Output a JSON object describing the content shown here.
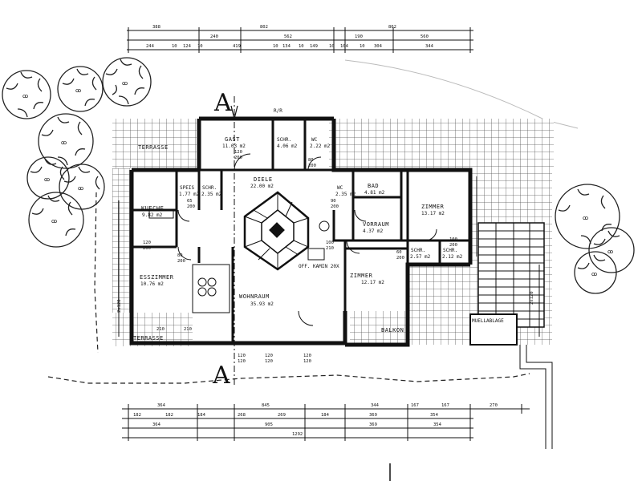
{
  "top_dimensions": {
    "row1": [
      "388",
      "240",
      "802",
      "562",
      "802",
      "190",
      "560"
    ],
    "row2": [
      "244",
      "10",
      "124",
      "10",
      "419",
      "10",
      "134",
      "10",
      "149",
      "10",
      "104",
      "10",
      "304",
      "344"
    ]
  },
  "bottom_dimensions": {
    "row1": [
      "364",
      "845",
      "344",
      "167",
      "167",
      "270"
    ],
    "row2": [
      "182",
      "182",
      "184",
      "268",
      "269",
      "184",
      "369",
      "354"
    ],
    "row3": [
      "364",
      "905",
      "369",
      "354"
    ],
    "row4": [
      "1292"
    ]
  },
  "section_marks": {
    "top": "A",
    "bottom": "A"
  },
  "rooms": {
    "gast": {
      "name": "GAST",
      "area": "11.03 m2"
    },
    "schrank1": {
      "name": "SCHR.",
      "area": "4.06 m2"
    },
    "wc1": {
      "name": "WC",
      "area": "2.22 m2"
    },
    "terrasse_top": {
      "name": "TERRASSE"
    },
    "diele": {
      "name": "DIELE",
      "area": "22.00 m2"
    },
    "speis": {
      "name": "SPEIS",
      "area": "1.77 m2"
    },
    "schrank2": {
      "name": "SCHR.",
      "area": "2.35 m2"
    },
    "wc2": {
      "name": "WC",
      "area": "2.35 m2"
    },
    "bad": {
      "name": "BAD",
      "area": "4.81 m2"
    },
    "zimmer1": {
      "name": "ZIMMER",
      "area": "13.17 m2"
    },
    "kueche": {
      "name": "KUECHE",
      "area": "9.82 m2"
    },
    "vorraum": {
      "name": "VORRAUM",
      "area": "4.37 m2"
    },
    "schrank3": {
      "name": "SCHR.",
      "area": "2.57 m2"
    },
    "schrank4": {
      "name": "SCHR.",
      "area": "2.12 m2"
    },
    "esszimmer": {
      "name": "ESSZIMMER",
      "area": "10.76 m2"
    },
    "wohnraum": {
      "name": "WOHNRAUM",
      "area": "35.93 m2"
    },
    "zimmer2": {
      "name": "ZIMMER",
      "area": "12.17 m2"
    },
    "kamin": {
      "name": "OFF. KAMIN 20X"
    },
    "balkon": {
      "name": "BALKON"
    },
    "terrasse_bottom": {
      "name": "TERRASSE"
    },
    "muellablage": {
      "name": "MUELLABLAGE"
    }
  },
  "opening_labels": {
    "o1": "120",
    "o2": "200",
    "o3": "80",
    "o4": "200",
    "o5": "65",
    "o6": "200",
    "o7": "90",
    "o8": "200",
    "o9": "120",
    "o10": "200",
    "o11": "100",
    "o12": "200",
    "o13": "120",
    "o14": "120",
    "o15": "120",
    "o16": "120",
    "o17": "120",
    "o18": "120",
    "o19": "210",
    "o20": "210",
    "o21": "80",
    "o22": "200",
    "o23": "60",
    "o24": "200",
    "o25": "100",
    "o26": "210",
    "o27": "2x120",
    "o28": "2x120"
  },
  "misc_labels": {
    "rr": "R/R"
  }
}
